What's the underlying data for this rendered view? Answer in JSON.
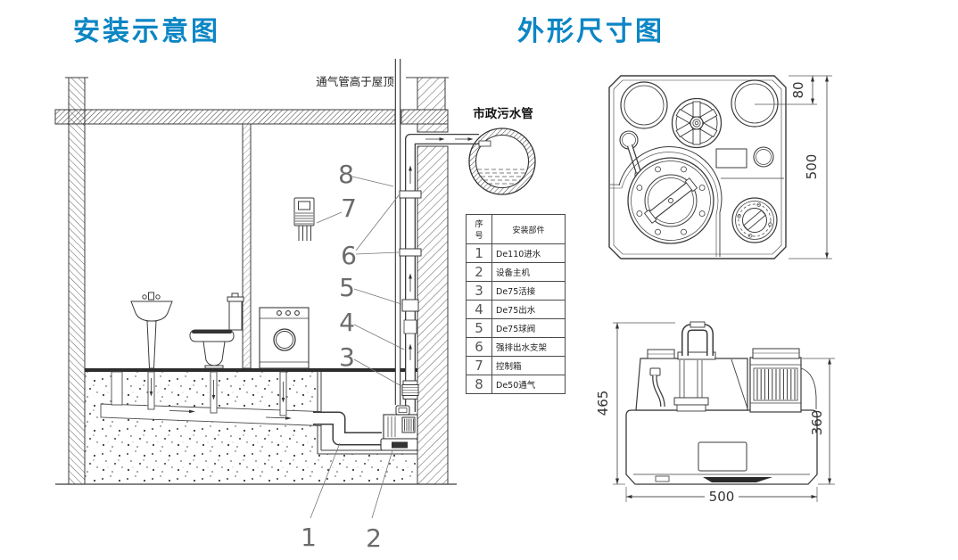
{
  "titles": {
    "installation": "安装示意图",
    "dimensions": "外形尺寸图"
  },
  "installation_diagram": {
    "vent_note": "通气管高于屋顶",
    "sewer_label": "市政污水管",
    "callouts": [
      "1",
      "2",
      "3",
      "4",
      "5",
      "6",
      "7",
      "8"
    ]
  },
  "parts_table": {
    "headers": [
      "序号",
      "安装部件"
    ],
    "rows": [
      {
        "no": "1",
        "part": "De110进水"
      },
      {
        "no": "2",
        "part": "设备主机"
      },
      {
        "no": "3",
        "part": "De75活接"
      },
      {
        "no": "4",
        "part": "De75出水"
      },
      {
        "no": "5",
        "part": "De75球阀"
      },
      {
        "no": "6",
        "part": "强排出水支架"
      },
      {
        "no": "7",
        "part": "控制箱"
      },
      {
        "no": "8",
        "part": "De50通气"
      }
    ]
  },
  "dimension_diagram": {
    "top_view": {
      "depth": "80",
      "width": "500"
    },
    "side_view": {
      "total_height": "465",
      "body_height": "360",
      "length": "500"
    }
  },
  "colors": {
    "title_blue": "#0c86c4",
    "line_dark": "#3b3b3b"
  }
}
